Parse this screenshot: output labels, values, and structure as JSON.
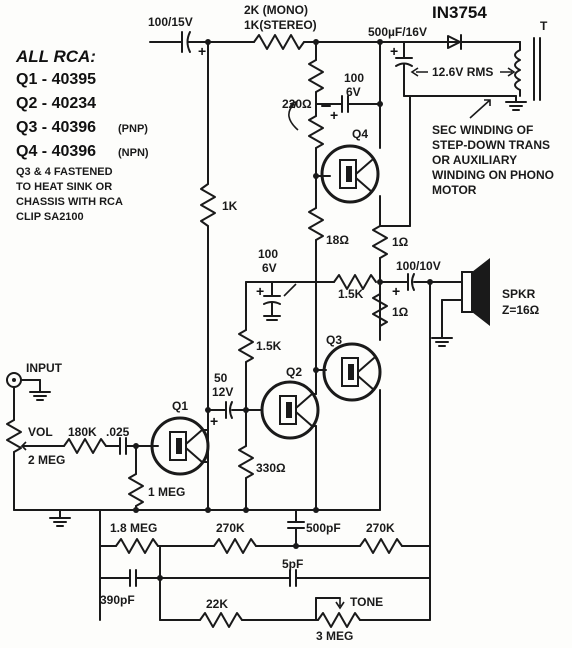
{
  "notes": {
    "heading": "ALL RCA:",
    "q1": "Q1 - 40395",
    "q2": "Q2 - 40234",
    "q3_main": "Q3 - 40396",
    "q3_type": "(PNP)",
    "q4_main": "Q4 - 40396",
    "q4_type": "(NPN)",
    "mount_lines": [
      "Q3 & 4 FASTENED",
      "TO HEAT SINK OR",
      "CHASSIS WITH RCA",
      "CLIP SA2100"
    ]
  },
  "transistors": {
    "q1": "Q1",
    "q2": "Q2",
    "q3": "Q3",
    "q4": "Q4"
  },
  "components": {
    "c_in_feed": "100/15V",
    "r_top_line1": "2K (MONO)",
    "r_top_line2": "1K(STEREO)",
    "c_500uf": "500µF/16V",
    "diode": "IN3754",
    "transformer_tag": "T",
    "voltage": "12.6V RMS",
    "sec_winding": [
      "SEC WINDING OF",
      "STEP-DOWN TRANS",
      "OR AUXILIARY",
      "WINDING ON PHONO",
      "MOTOR"
    ],
    "pot_220": "220Ω",
    "c_100_6v_top": [
      "100",
      "6V"
    ],
    "r_1k_left": "1K",
    "r_18": "18Ω",
    "r_1_upper": "1Ω",
    "r_1_lower": "1Ω",
    "c_100_6v_mid": [
      "100",
      "6V"
    ],
    "r_1_5k_mid": "1.5K",
    "c_out": "100/10V",
    "speaker": [
      "SPKR",
      "Z=16Ω"
    ],
    "r_1_5k_left": "1.5K",
    "c_50_12v": [
      "50",
      "12V"
    ],
    "r_330": "330Ω",
    "input": "INPUT",
    "vol": "VOL",
    "vol_value": "2 MEG",
    "r_180k": "180K",
    "c_025": ".025",
    "r_1meg": "1 MEG",
    "r_1_8meg": "1.8 MEG",
    "r_270k_a": "270K",
    "c_500pf": "500pF",
    "r_270k_b": "270K",
    "c_5pf": "5pF",
    "c_390pf": "390pF",
    "r_22k": "22K",
    "tone": "TONE",
    "tone_value": "3 MEG"
  }
}
